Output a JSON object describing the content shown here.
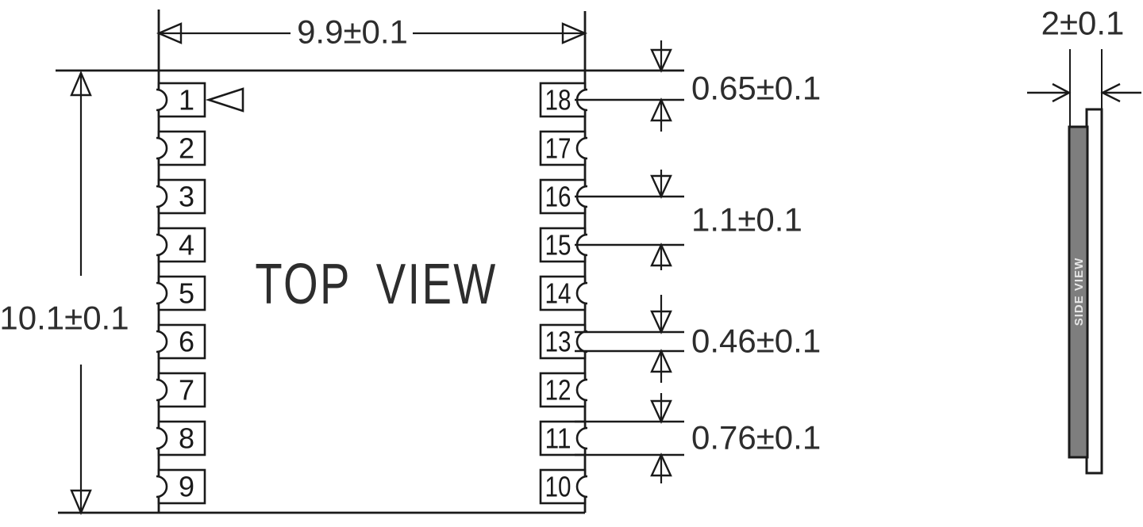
{
  "page": {
    "background": "#ffffff"
  },
  "colors": {
    "line": "#1a1a1a",
    "text": "#2d2d2d",
    "pcb_fill": "#7e7e7e",
    "side_view_label": "#e6e6e6"
  },
  "top_view": {
    "title": "TOP VIEW",
    "width_dim": "9.9±0.1",
    "height_dim": "10.1±0.1",
    "left_pins": [
      "1",
      "2",
      "3",
      "4",
      "5",
      "6",
      "7",
      "8",
      "9"
    ],
    "right_pins": [
      "18",
      "17",
      "16",
      "15",
      "14",
      "13",
      "12",
      "11",
      "10"
    ],
    "annotations": {
      "pin_edge_offset": "0.65±0.1",
      "pin_pitch": "1.1±0.1",
      "notch_diameter": "0.46±0.1",
      "pad_width": "0.76±0.1"
    }
  },
  "side_view": {
    "title": "SIDE VIEW",
    "thickness_dim": "2±0.1"
  }
}
